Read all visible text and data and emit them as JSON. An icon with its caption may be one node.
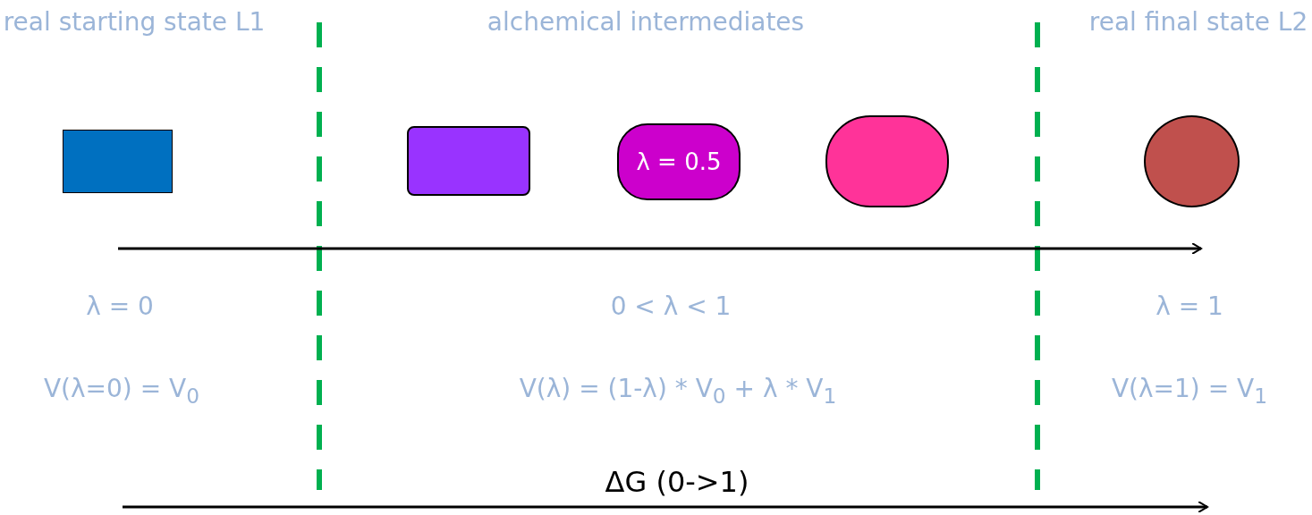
{
  "diagram": {
    "nodes": [
      {
        "text": [],
        "shape": "box"
      },
      {
        "text": [],
        "shape": "box"
      },
      {
        "text": [
          "λ = 0.5"
        ]
      },
      {
        "text": [],
        "shape": "ellipse"
      },
      {
        "text": [],
        "shape": "circle"
      }
    ],
    "labels": [
      "real starting state L1",
      "alchemical intermediates",
      "real final state L2",
      "λ = 0",
      "0 < λ < 1",
      "λ = 1",
      "V(λ=0) = V$_{0}$",
      "V(λ) = (1-λ) * V$_{0}$ + λ * V$_{1}$",
      "V(λ=1) = V$_{1}$",
      "ΔG (0->1)"
    ]
  }
}
